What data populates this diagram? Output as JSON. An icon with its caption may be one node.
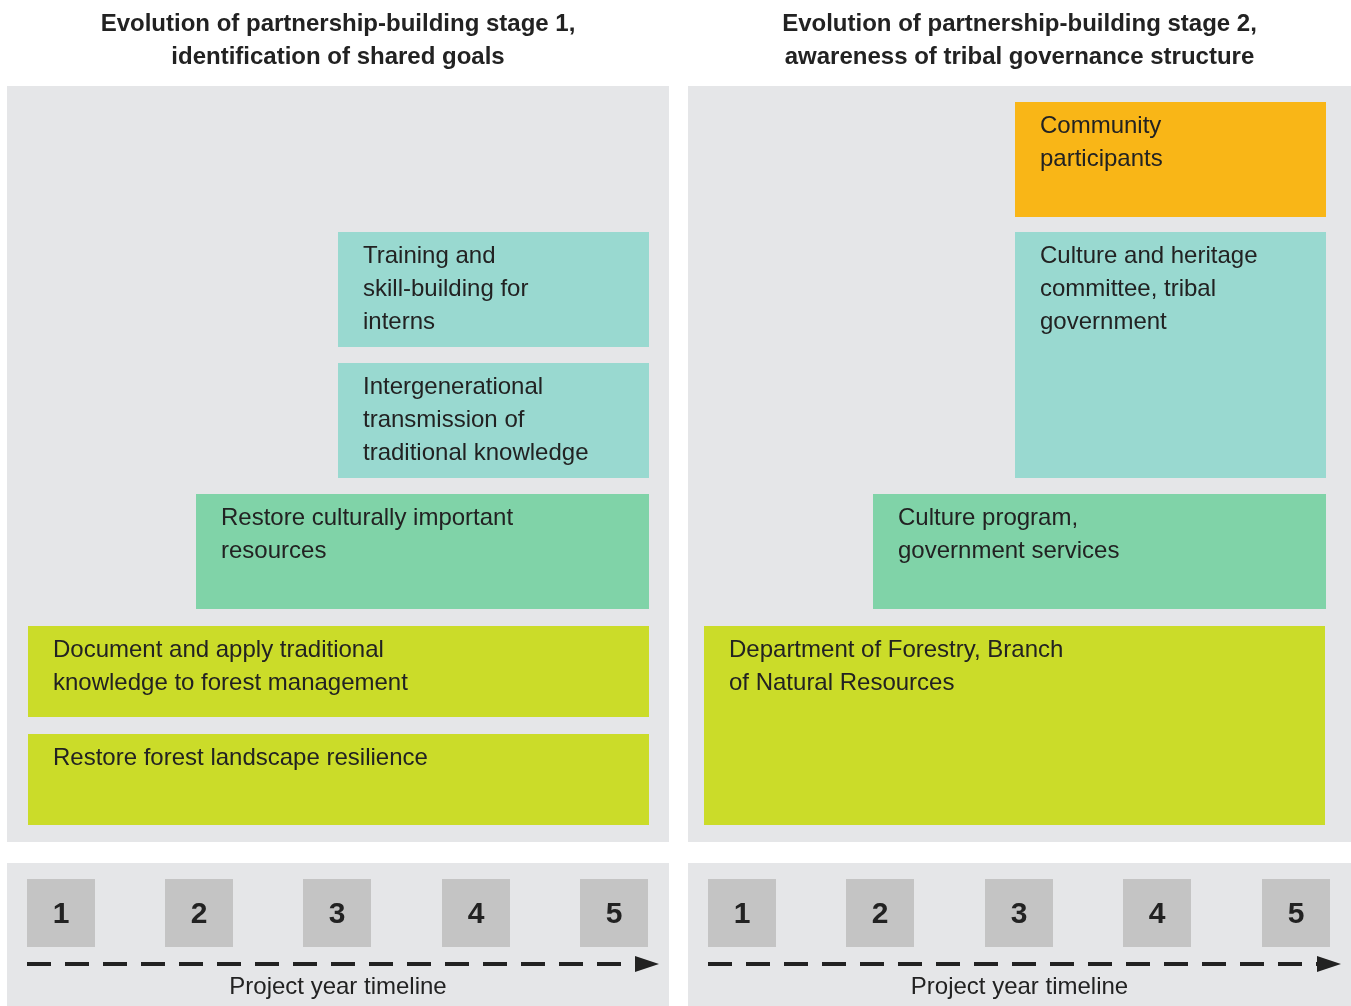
{
  "diagram": {
    "nodes": [
      {
        "text": [
          "Evolution of partnership-building stage 1, identification of shared goals"
        ]
      },
      {
        "text": [
          "Training and skill-building for interns"
        ],
        "in": 0
      },
      {
        "text": [
          "Intergenerational transmission of traditional knowledge"
        ],
        "in": 0
      },
      {
        "text": [
          "Restore culturally important resources"
        ],
        "in": 0
      },
      {
        "text": [
          "Document and apply traditional knowledge to forest management"
        ],
        "in": 0
      },
      {
        "text": [
          "Restore forest landscape resilience"
        ],
        "in": 0
      },
      {
        "text": [
          "Evolution of partnership-building stage 2, awareness of tribal governance structure"
        ]
      },
      {
        "text": [
          "Community participants"
        ],
        "in": 6
      },
      {
        "text": [
          "Culture and heritage committee, tribal government"
        ],
        "in": 6
      },
      {
        "text": [
          "Culture program, government services"
        ],
        "in": 6
      },
      {
        "text": [
          "Department of Forestry, Branch of Natural Resources"
        ],
        "in": 6
      },
      {
        "text": [
          "Project year timeline"
        ]
      },
      {
        "text": [
          "1"
        ],
        "in": 11
      },
      {
        "text": [
          "2"
        ],
        "in": 11
      },
      {
        "text": [
          "3"
        ],
        "in": 11
      },
      {
        "text": [
          "4"
        ],
        "in": 11
      },
      {
        "text": [
          "5"
        ],
        "in": 11
      },
      {
        "text": [
          "Project year timeline"
        ]
      },
      {
        "text": [
          "1"
        ],
        "in": 17
      },
      {
        "text": [
          "2"
        ],
        "in": 17
      },
      {
        "text": [
          "3"
        ],
        "in": 17
      },
      {
        "text": [
          "4"
        ],
        "in": 17
      },
      {
        "text": [
          "5"
        ],
        "in": 17
      }
    ]
  }
}
